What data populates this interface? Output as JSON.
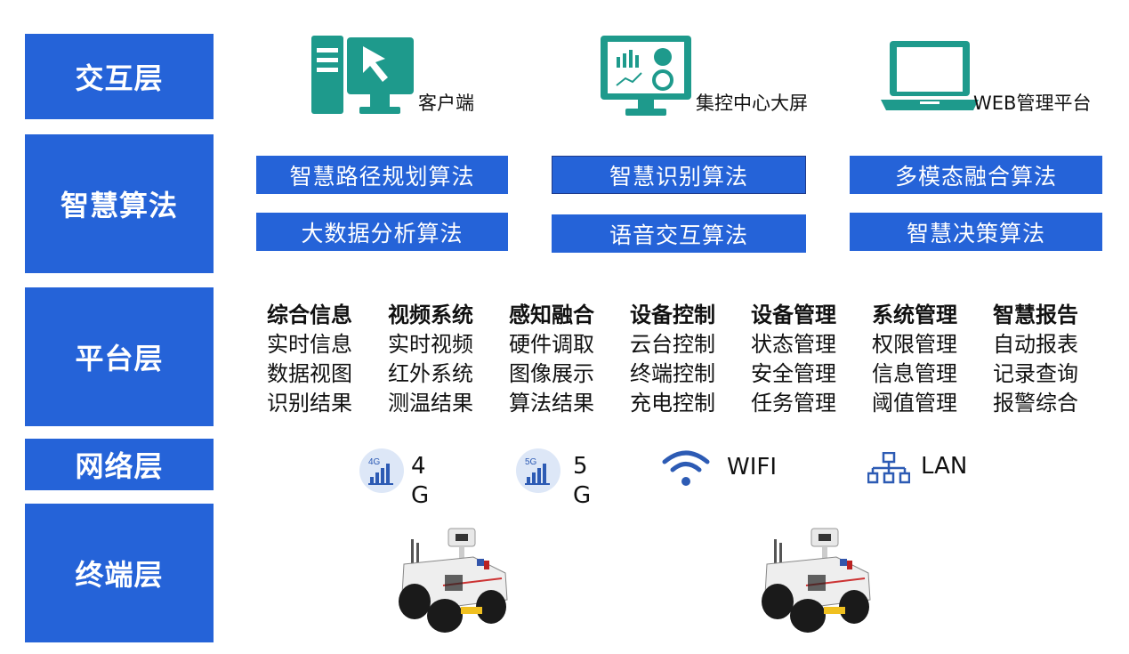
{
  "layers": {
    "interaction": "交互层",
    "algorithm": "智慧算法",
    "platform": "平台层",
    "network": "网络层",
    "terminal": "终端层"
  },
  "devices": [
    {
      "label": "客户端",
      "icon": "desktop-computer-icon"
    },
    {
      "label": "集控中心大屏",
      "icon": "monitor-dashboard-icon"
    },
    {
      "label": "WEB管理平台",
      "icon": "laptop-icon"
    }
  ],
  "algorithms": [
    "智慧路径规划算法",
    "智慧识别算法",
    "多模态融合算法",
    "大数据分析算法",
    "语音交互算法",
    "智慧决策算法"
  ],
  "platform_columns": [
    {
      "head": "综合信息",
      "items": [
        "实时信息",
        "数据视图",
        "识别结果"
      ]
    },
    {
      "head": "视频系统",
      "items": [
        "实时视频",
        "红外系统",
        "测温结果"
      ]
    },
    {
      "head": "感知融合",
      "items": [
        "硬件调取",
        "图像展示",
        "算法结果"
      ]
    },
    {
      "head": "设备控制",
      "items": [
        "云台控制",
        "终端控制",
        "充电控制"
      ]
    },
    {
      "head": "设备管理",
      "items": [
        "状态管理",
        "安全管理",
        "任务管理"
      ]
    },
    {
      "head": "系统管理",
      "items": [
        "权限管理",
        "信息管理",
        "阈值管理"
      ]
    },
    {
      "head": "智慧报告",
      "items": [
        "自动报表",
        "记录查询",
        "报警综合"
      ]
    }
  ],
  "network": [
    {
      "label_line1": "4",
      "label_line2": "G",
      "badge": "4G",
      "icon": "signal-4g-icon"
    },
    {
      "label_line1": "5",
      "label_line2": "G",
      "badge": "5G",
      "icon": "signal-5g-icon"
    },
    {
      "label_line1": "WIFI",
      "label_line2": "",
      "icon": "wifi-icon"
    },
    {
      "label_line1": "LAN",
      "label_line2": "",
      "icon": "lan-network-icon"
    }
  ],
  "colors": {
    "primary_blue": "#2563d8",
    "device_teal": "#1e9a8c",
    "network_blue": "#2d5bb4"
  }
}
